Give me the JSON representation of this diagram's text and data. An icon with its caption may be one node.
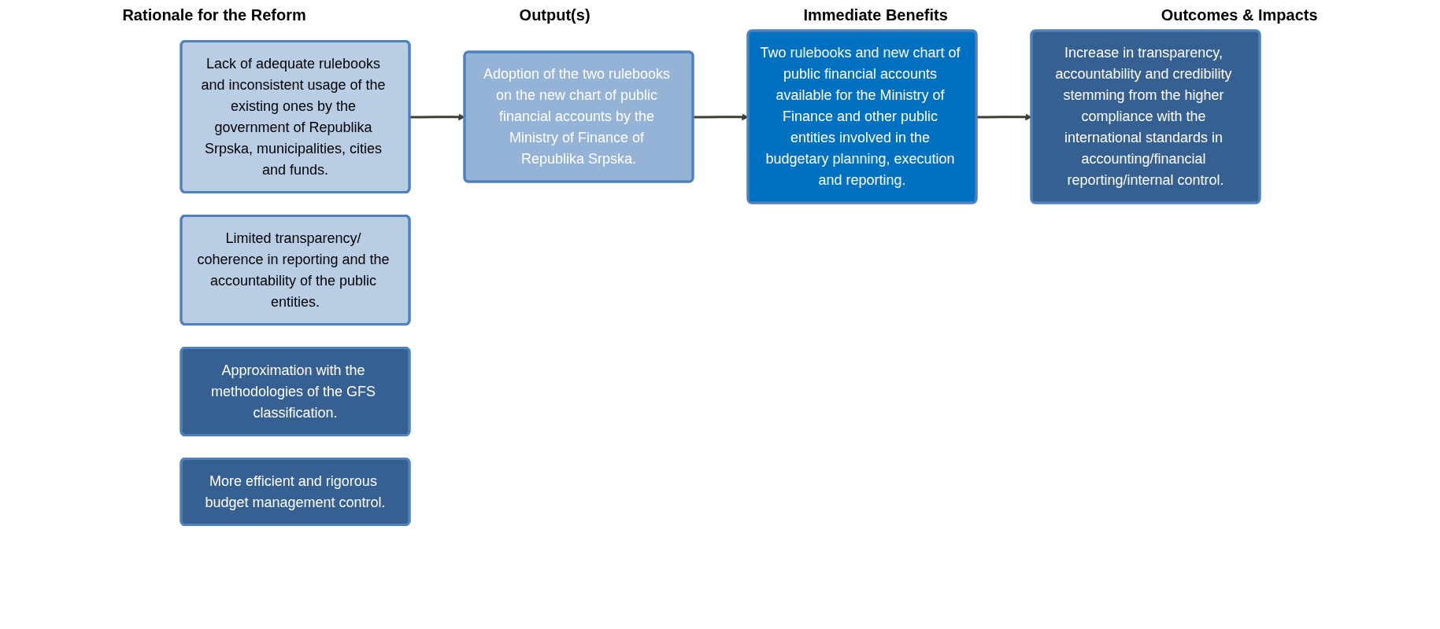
{
  "diagram": {
    "nodes": [
      {
        "text": [
          "Lack of adequate rulebooks and inconsistent usage of the existing ones by the government of Republika Srpska, municipalities, cities and funds."
        ]
      },
      {
        "text": [
          "Limited transparency/ coherence in reporting and the accountability of the public entities."
        ]
      },
      {
        "text": [
          "Adoption of the two rulebooks on the new chart of public financial accounts by the Ministry of Finance of Republika Srpska."
        ]
      },
      {
        "text": [
          "Two rulebooks and new chart of public financial accounts available for the Ministry of Finance and other public entities involved in the budgetary planning, execution and reporting."
        ]
      },
      {
        "text": [
          "Increase in transparency, accountability and credibility stemming from the higher compliance with the international standards in accounting/financial reporting/internal control."
        ]
      },
      {
        "text": [
          "Approximation with the methodologies of the GFS classification."
        ]
      },
      {
        "text": [
          "More efficient and rigorous budget management control."
        ]
      }
    ],
    "edges": [
      {
        "from": 0,
        "to": 2,
        "arrow": "to"
      },
      {
        "from": 2,
        "to": 3,
        "arrow": "to"
      },
      {
        "from": 3,
        "to": 4,
        "arrow": "to"
      }
    ],
    "labels": [
      "Rationale for the Reform",
      "Output(s)",
      "Immediate Benefits",
      "Outcomes & Impacts"
    ]
  }
}
